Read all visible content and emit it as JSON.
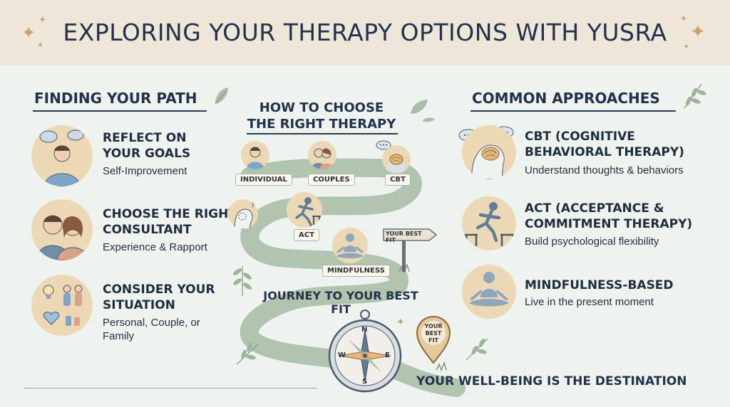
{
  "header": {
    "title": "EXPLORING YOUR THERAPY OPTIONS WITH YUSRA"
  },
  "left": {
    "heading": "FINDING YOUR PATH",
    "items": [
      {
        "title_line1": "REFLECT ON",
        "title_line2": "YOUR GOALS",
        "subtitle": "Self-Improvement"
      },
      {
        "title_line1": "CHOOSE THE RIGHT",
        "title_line2": "CONSULTANT",
        "subtitle": "Experience & Rapport"
      },
      {
        "title_line1": "CONSIDER YOUR",
        "title_line2": "SITUATION",
        "subtitle_line1": "Personal, Couple, or",
        "subtitle_line2": "Family"
      }
    ]
  },
  "center": {
    "heading_line1": "HOW TO CHOOSE",
    "heading_line2": "THE RIGHT THERAPY",
    "labels": {
      "individual": "INDIVIDUAL",
      "couples": "COUPLES",
      "cbt": "CBT",
      "act": "ACT",
      "mindfulness": "MINDFULNESS"
    },
    "signpost": "YOUR BEST FIT",
    "pin_line1": "YOUR",
    "pin_line2": "BEST",
    "pin_line3": "FIT",
    "journey": "JOURNEY TO YOUR BEST FIT",
    "compass": {
      "n": "N",
      "s": "S",
      "e": "E",
      "w": "W"
    },
    "tagline": "YOUR WELL-BEING IS THE DESTINATION"
  },
  "right": {
    "heading": "COMMON APPROACHES",
    "items": [
      {
        "title_line1": "CBT (COGNITIVE",
        "title_line2": "BEHAVIORAL THERAPY)",
        "subtitle": "Understand thoughts & behaviors"
      },
      {
        "title_line1": "ACT (ACCEPTANCE &",
        "title_line2": "COMMITMENT THERAPY)",
        "subtitle": "Build psychological flexibility"
      },
      {
        "title_line1": "MINDFULNESS-BASED",
        "subtitle": "Live in the present moment"
      }
    ]
  },
  "colors": {
    "banner": "#efe6da",
    "background": "#eef3f0",
    "path": "#a9bea9",
    "accent": "#c9a36a",
    "text": "#23324a",
    "circle": "#ecd8b4"
  },
  "icons": [
    "sparkle-icon",
    "leaf-icon",
    "thought-bubble-icon",
    "couple-icon",
    "family-icon",
    "brain-icon",
    "hurdle-runner-icon",
    "meditation-icon",
    "compass-icon",
    "location-pin-icon",
    "signpost-icon"
  ]
}
